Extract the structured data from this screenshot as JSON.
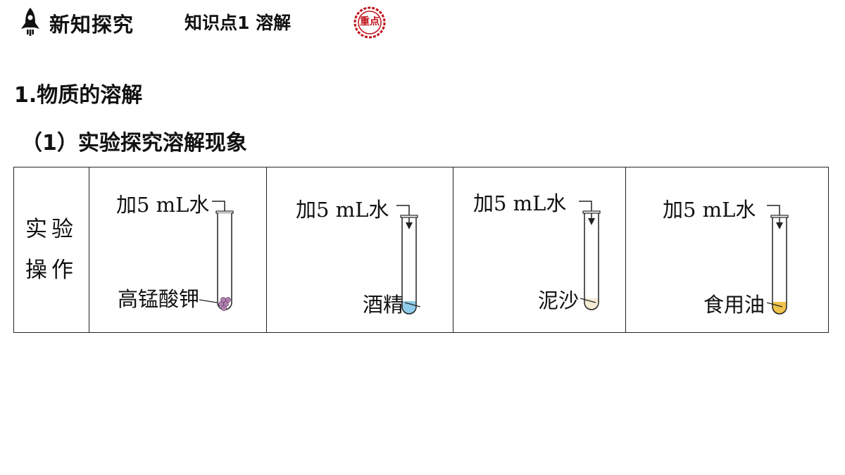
{
  "header": {
    "section_title": "新知探究",
    "knowledge_point": "知识点1 溶解",
    "badge": "重点"
  },
  "heading_1": "1.物质的溶解",
  "heading_2": "（1）实验探究溶解现象",
  "table": {
    "row_header": "实验操作",
    "row_header_line1": "实验",
    "row_header_line2": "操作",
    "add_water_label": "加5 mL水",
    "experiments": [
      {
        "substance": "高锰酸钾",
        "color": "#b07fb0"
      },
      {
        "substance": "酒精",
        "color": "#8fcbea"
      },
      {
        "substance": "泥沙",
        "color": "#f6ecd4"
      },
      {
        "substance": "食用油",
        "color": "#f0c24e"
      }
    ]
  }
}
